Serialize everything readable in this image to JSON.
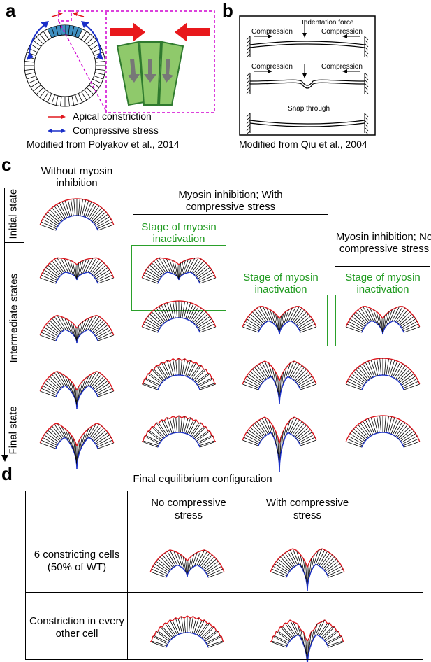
{
  "panels": {
    "a": {
      "label": "a",
      "legend_apical": "Apical constriction",
      "legend_compressive": "Compressive stress",
      "caption": "Modified from Polyakov et al., 2014"
    },
    "b": {
      "label": "b",
      "indentation": "Indentation force",
      "compression_left": "Compression",
      "compression_right": "Compression",
      "compression_left2": "Compression",
      "compression_right2": "Compression",
      "snap": "Snap through",
      "caption": "Modified from Qiu et al., 2004"
    },
    "c": {
      "label": "c",
      "col1_title": "Without myosin inhibition",
      "col2_title": "Myosin inhibition; With compressive stress",
      "col3_title": "Myosin inhibition; No compressive stress",
      "stage_label": "Stage of myosin inactivation",
      "row_initial": "Initial state",
      "row_intermediate": "Intermediate states",
      "row_final": "Final state"
    },
    "d": {
      "label": "d",
      "table_title": "Final equilibrium configuration",
      "col_no": "No compressive stress",
      "col_with": "With compressive stress",
      "row1": "6 constricting cells (50% of WT)",
      "row2": "Constriction in every other cell"
    }
  },
  "colors": {
    "apical": "#e0181f",
    "basal": "#1a2fc9",
    "stage_box": "#2aa02a",
    "cell_fill": "#8fc96b",
    "cell_edge": "#2f7a2f"
  }
}
